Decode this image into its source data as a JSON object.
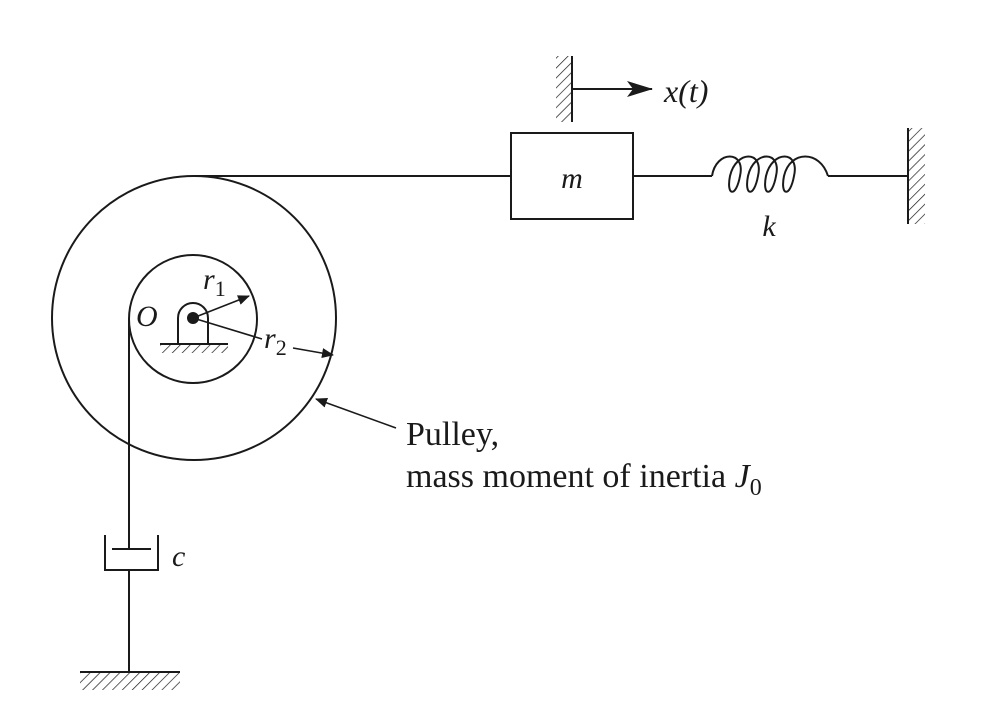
{
  "labels": {
    "mass": "m",
    "spring": "k",
    "damper": "c",
    "pivot": "O",
    "radius_inner": "r",
    "radius_inner_sub": "1",
    "radius_outer": "r",
    "radius_outer_sub": "2",
    "displacement": "x(t)",
    "pulley_line1": "Pulley,",
    "pulley_line2": "mass moment of inertia J",
    "pulley_line2_sub": "0"
  },
  "colors": {
    "ink": "#1a1a1a",
    "background": "#ffffff"
  }
}
